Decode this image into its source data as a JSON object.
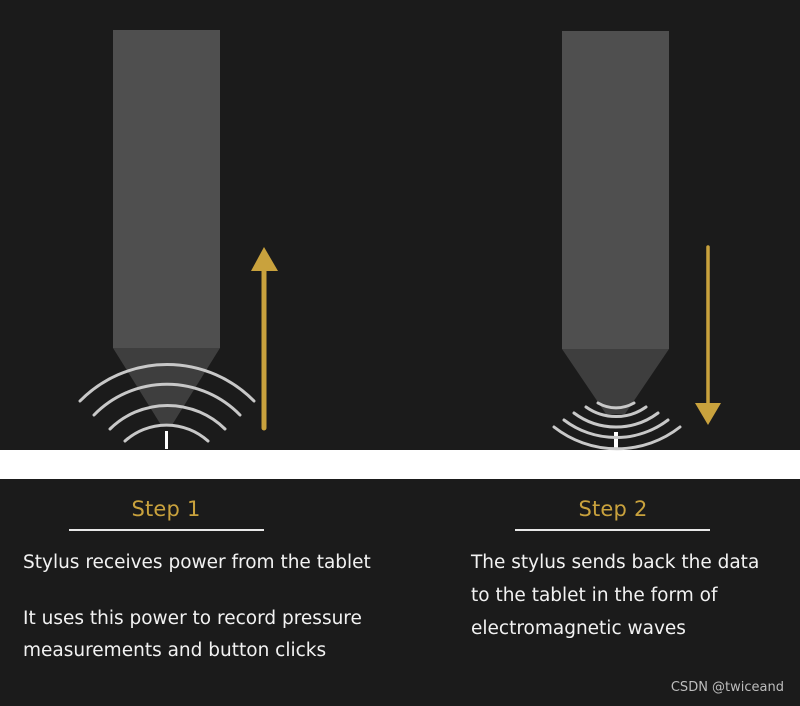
{
  "colors": {
    "background": "#1b1b1b",
    "stylus_body": "#4f4f4f",
    "stylus_cone": "#3e3e3e",
    "tablet": "#ffffff",
    "arrow": "#c9a23d",
    "waves": "#c8c8c8",
    "title": "#c9a23d",
    "text": "#f2f2f2"
  },
  "icons": {
    "up_arrow": "arrow-up-icon",
    "down_arrow": "arrow-down-icon",
    "waves": "em-waves-icon"
  },
  "step1": {
    "title": "Step 1",
    "lines": [
      "Stylus receives power from the tablet",
      "It uses this power to record pressure",
      "measurements and button clicks"
    ]
  },
  "step2": {
    "title": "Step 2",
    "lines": [
      "The stylus sends back the data",
      "to the tablet in the form of",
      "electromagnetic waves"
    ]
  },
  "watermark": "CSDN @twiceand"
}
